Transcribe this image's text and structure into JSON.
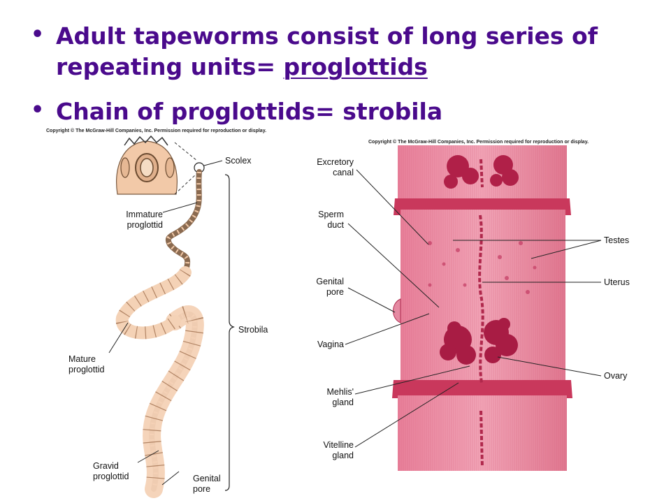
{
  "bullets": [
    {
      "line1": "Adult tapeworms consist of long series of",
      "line2_prefix": "repeating units= ",
      "line2_underlined": "proglottids"
    },
    {
      "line1": "Chain of proglottids= strobila"
    }
  ],
  "copyright": "Copyright © The McGraw-Hill Companies, Inc. Permission required for reproduction or display.",
  "left_labels": {
    "scolex": "Scolex",
    "immature": [
      "Immature",
      "proglottid"
    ],
    "strobila": "Strobila",
    "mature": [
      "Mature",
      "proglottid"
    ],
    "gravid": [
      "Gravid",
      "proglottid"
    ],
    "genital_pore": [
      "Genital",
      "pore"
    ]
  },
  "right_labels": {
    "excretory": [
      "Excretory",
      "canal"
    ],
    "sperm": [
      "Sperm",
      "duct"
    ],
    "genital": [
      "Genital",
      "pore"
    ],
    "vagina": "Vagina",
    "mehlis": [
      "Mehlis'",
      "gland"
    ],
    "vitelline": [
      "Vitelline",
      "gland"
    ],
    "testes": "Testes",
    "uterus": "Uterus",
    "ovary": "Ovary"
  },
  "colors": {
    "text": "#4a0a8c",
    "tissue": "#d9456a",
    "worm": "#f2c9a8"
  }
}
